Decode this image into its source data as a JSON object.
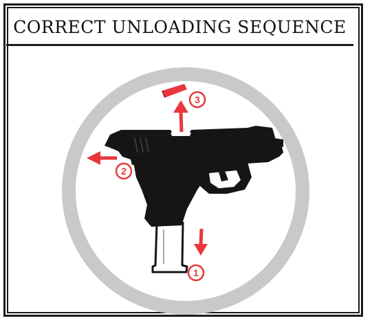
{
  "title": "CORRECT UNLOADING SEQUENCE",
  "colors": {
    "accent": "#e8373d",
    "pistol": "#151515",
    "ring": "#c9c9c9",
    "border": "#1a1a1a",
    "background": "#ffffff"
  },
  "steps": [
    {
      "number": "1",
      "icon": "magazine-release-arrow-down"
    },
    {
      "number": "2",
      "icon": "slide-back-arrow-left"
    },
    {
      "number": "3",
      "icon": "cartridge-eject-arrow-up"
    }
  ]
}
